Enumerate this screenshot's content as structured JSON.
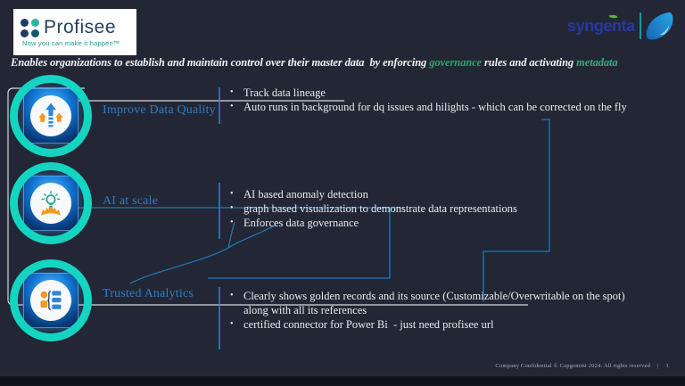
{
  "logo": {
    "brand": "Profisee",
    "tagline": "Now you can make it happen™"
  },
  "partner": {
    "name": "syngenta"
  },
  "subtitle": {
    "pre": "Enables organizations to establish and maintain control over their master data  by enforcing ",
    "highlight1": "governance",
    "mid": " rules and activating ",
    "highlight2": "metadata"
  },
  "sections": [
    {
      "label": "Improve Data Quality",
      "icon": "arrows-up-icon",
      "bullets": [
        "Track data lineage",
        "Auto runs in background for dq issues and hilights - which can be corrected on the fly"
      ]
    },
    {
      "label": "AI at scale",
      "icon": "bulb-gear-icon",
      "bullets": [
        "AI based anomaly detection",
        "graph based visualization to demonstrate data representations",
        "Enforces data governance"
      ]
    },
    {
      "label": "Trusted Analytics",
      "icon": "golden-records-icon",
      "bullets": [
        "Clearly shows golden records and its source (Customizable/Overwritable on the spot)",
        "along with all its references",
        "certified connector for Power Bi  - just need profisee url"
      ]
    }
  ],
  "footer": {
    "text": "Company Confidential © Capgemini 2024. All rights reserved",
    "separator": "|",
    "page": "1"
  },
  "colors": {
    "background": "#232735",
    "ring_teal": "#13d5c1",
    "label_blue": "#2f7cc0",
    "connector_blue": "#1d7ab9",
    "highlight_green": "#2ea566"
  }
}
